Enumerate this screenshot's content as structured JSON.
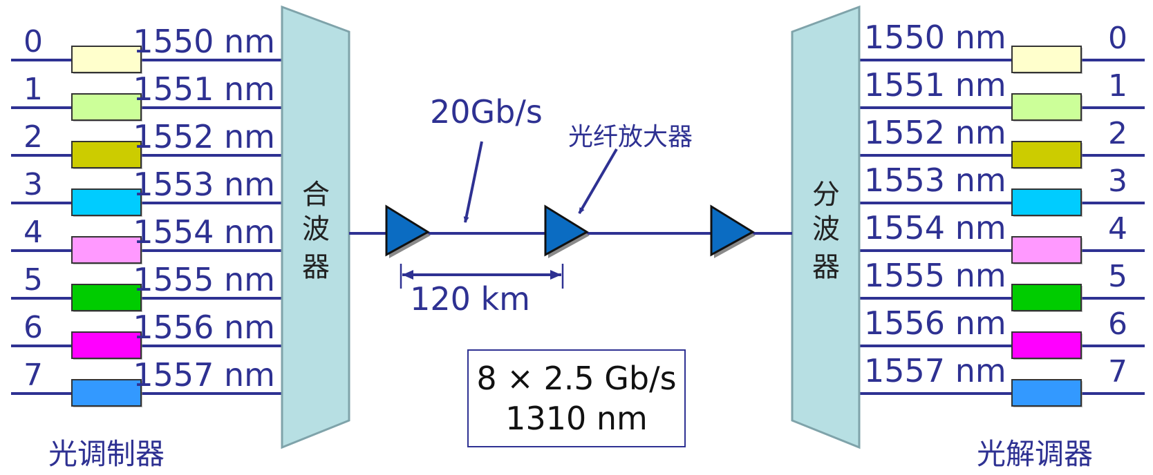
{
  "colors": {
    "line": "#2e3192",
    "text": "#2e3192",
    "mux_fill": "#b7dfe3",
    "mux_stroke": "#7fa3aa",
    "amp_fill": "#0b6cc2",
    "amp_shadow": "#8a8a8a",
    "box_stroke": "#2e3192"
  },
  "channels": [
    {
      "index": "0",
      "wavelength": "1550 nm",
      "color": "#ffffcc"
    },
    {
      "index": "1",
      "wavelength": "1551 nm",
      "color": "#ccff99"
    },
    {
      "index": "2",
      "wavelength": "1552 nm",
      "color": "#cccc00"
    },
    {
      "index": "3",
      "wavelength": "1553 nm",
      "color": "#00ccff"
    },
    {
      "index": "4",
      "wavelength": "1554 nm",
      "color": "#ff99ff"
    },
    {
      "index": "5",
      "wavelength": "1555 nm",
      "color": "#00cc00"
    },
    {
      "index": "6",
      "wavelength": "1556 nm",
      "color": "#ff00ff"
    },
    {
      "index": "7",
      "wavelength": "1557 nm",
      "color": "#3399ff"
    }
  ],
  "mux": {
    "label_chars": [
      "合",
      "波",
      "器"
    ]
  },
  "demux": {
    "label_chars": [
      "分",
      "波",
      "器"
    ]
  },
  "labels": {
    "modulator": "光调制器",
    "demodulator": "光解调器",
    "rate": "20Gb/s",
    "amplifier": "光纤放大器",
    "distance": "120 km"
  },
  "info_box": {
    "line1": "8 × 2.5 Gb/s",
    "line2": "1310 nm"
  }
}
